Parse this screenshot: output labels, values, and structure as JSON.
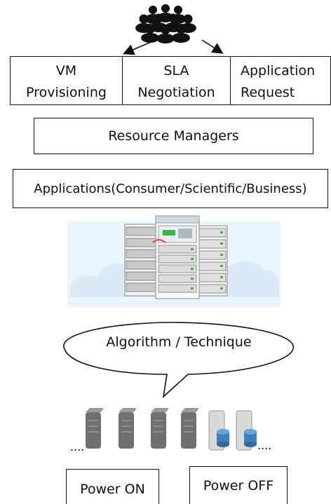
{
  "top_table": {
    "cells": [
      {
        "line1": "VM",
        "line2": "Provisioning"
      },
      {
        "line1": "SLA",
        "line2": "Negotiation"
      },
      {
        "line1": "Application",
        "line2": "Request"
      }
    ]
  },
  "resource_managers": {
    "label": "Resource Managers"
  },
  "applications": {
    "label": "Applications(Consumer/Scientific/Business)"
  },
  "callout": {
    "label": "Algorithm / Technique"
  },
  "ellipsis_left": "....",
  "ellipsis_right": "....",
  "power_on": {
    "label": "Power ON"
  },
  "power_off": {
    "label": "Power OFF"
  },
  "colors": {
    "border": "#111111",
    "server_dark": "#6b6b6b",
    "server_light": "#d9d9d9",
    "database": "#3d7fb8",
    "cloud_bg": "#e6f2fb",
    "rack_green": "#3bb54a"
  }
}
